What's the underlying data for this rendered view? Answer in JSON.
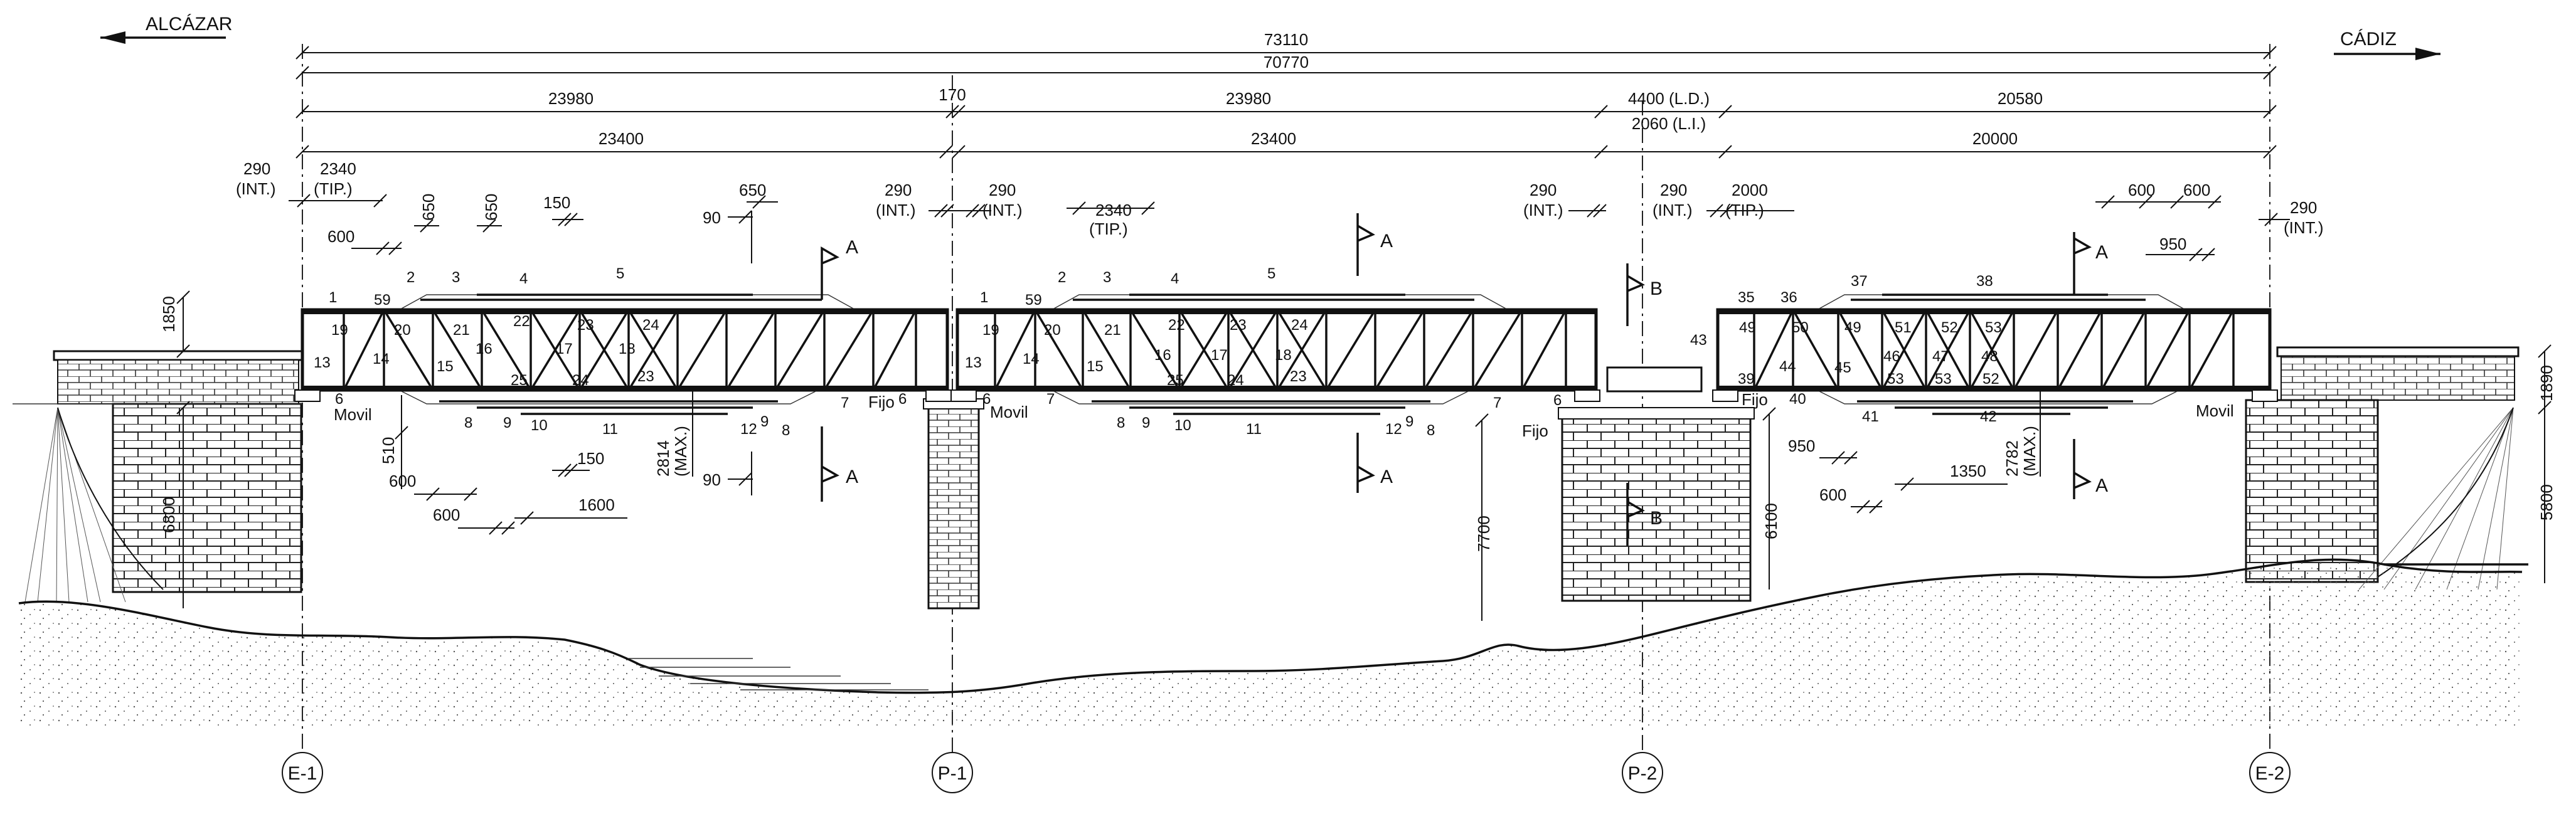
{
  "directions": {
    "left": "ALCÁZAR",
    "right": "CÁDIZ"
  },
  "axes": [
    "E-1",
    "P-1",
    "P-2",
    "E-2"
  ],
  "overall_dims": {
    "total": "73110",
    "axis_total": "70770"
  },
  "span_dims": {
    "span1_outer": "23980",
    "gap1": "170",
    "span2_outer": "23980",
    "gap2_ld": "4400 (L.D.)",
    "gap2_li": "2060 (L.I.)",
    "span3_outer": "20580",
    "span1_inner": "23400",
    "span2_inner": "23400",
    "span3_inner": "20000"
  },
  "detail_dims": {
    "int_290": "290",
    "int_tag": "(INT.)",
    "tip_2340": "2340",
    "tip_2000": "2000",
    "tip_tag": "(TIP.)",
    "d600": "600",
    "d650": "650",
    "d150": "150",
    "d90": "90",
    "d950": "950",
    "d510": "510",
    "d1600": "1600",
    "d1350": "1350",
    "d2814": "2814",
    "d2782": "2782",
    "max_tag": "(MAX.)"
  },
  "heights": {
    "h1850": "1850",
    "h6800": "6800",
    "h7700": "7700",
    "h6100": "6100",
    "h1890": "1890",
    "h5800": "5800"
  },
  "bearings": {
    "movil": "Movil",
    "fijo": "Fijo"
  },
  "sections": {
    "a": "A",
    "b": "B"
  },
  "span1_members": {
    "n1": "1",
    "n2": "2",
    "n3": "3",
    "n4": "4",
    "n5": "5",
    "n6": "6",
    "n7": "7",
    "n8": "8",
    "n9": "9",
    "n10": "10",
    "n11": "11",
    "n12": "12",
    "n13": "13",
    "n14": "14",
    "n15": "15",
    "n16": "16",
    "n17": "17",
    "n18": "18",
    "n19": "19",
    "n20": "20",
    "n21": "21",
    "n22": "22",
    "n23": "23",
    "n24": "24",
    "n25": "25",
    "n59": "59"
  },
  "span3_members": {
    "n35": "35",
    "n36": "36",
    "n37": "37",
    "n38": "38",
    "n39": "39",
    "n40": "40",
    "n41": "41",
    "n42": "42",
    "n43": "43",
    "n44": "44",
    "n45": "45",
    "n46": "46",
    "n47": "47",
    "n48": "48",
    "n49": "49",
    "n50": "50",
    "n51": "51",
    "n52": "52",
    "n53": "53"
  }
}
